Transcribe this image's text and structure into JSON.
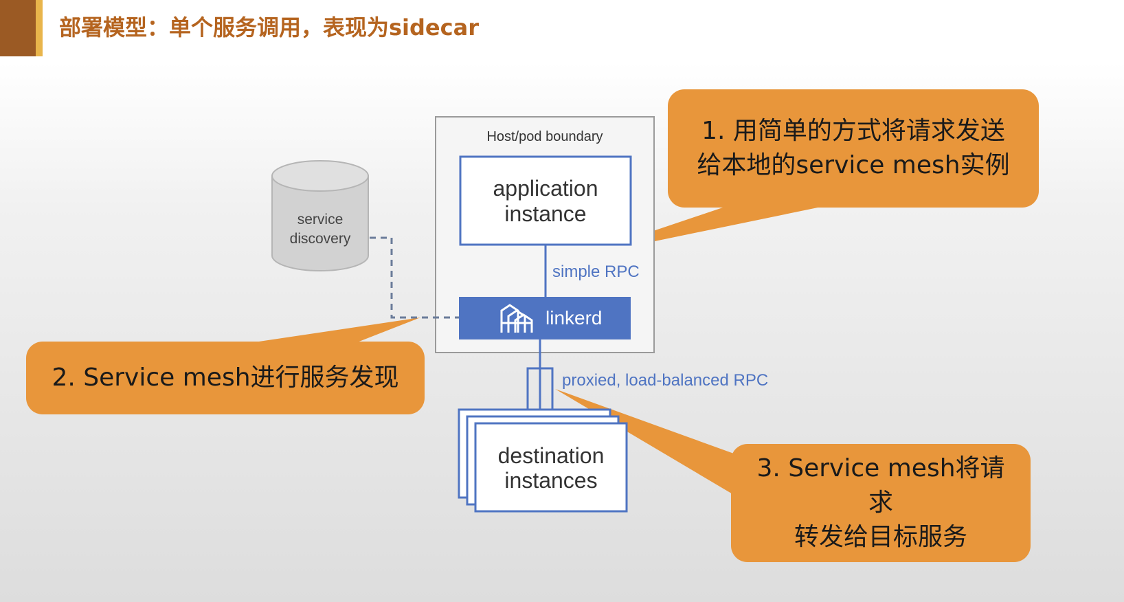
{
  "header": {
    "title": "部署模型：单个服务调用，表现为sidecar"
  },
  "diagram": {
    "host_boundary_label": "Host/pod boundary",
    "application_instance": {
      "line1": "application",
      "line2": "instance"
    },
    "service_discovery": {
      "line1": "service",
      "line2": "discovery"
    },
    "linkerd_label": "linkerd",
    "simple_rpc_label": "simple RPC",
    "proxied_label": "proxied, load-balanced RPC",
    "destination_instances": {
      "line1": "destination",
      "line2": "instances"
    }
  },
  "callouts": {
    "c1": {
      "line1": "1. 用简单的方式将请求发送",
      "line2": "给本地的service mesh实例"
    },
    "c2": {
      "line1": "2. Service mesh进行服务发现"
    },
    "c3": {
      "line1": "3. Service mesh将请求",
      "line2": "转发给目标服务"
    }
  },
  "colors": {
    "callout": "#e8963b",
    "linkerd_blue": "#4f74c2",
    "title_brown": "#b5641f"
  }
}
